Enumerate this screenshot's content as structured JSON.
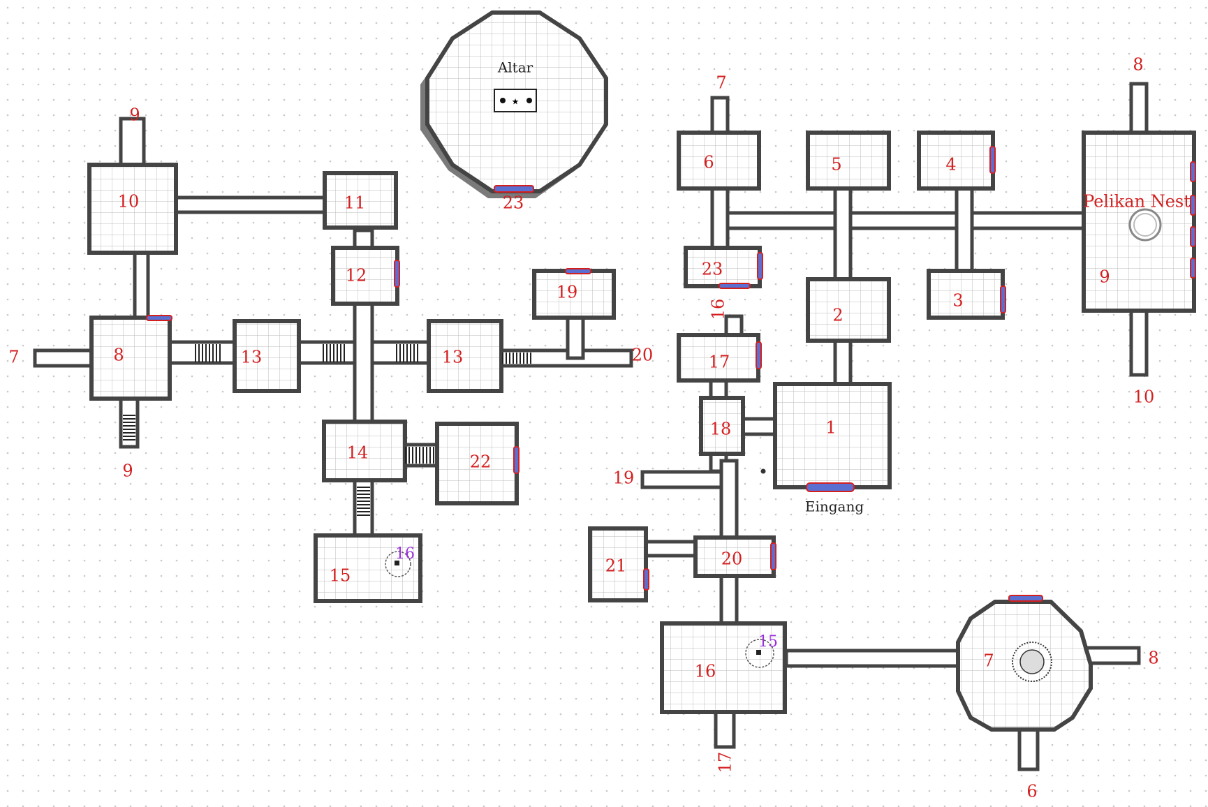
{
  "altar_label": "Altar",
  "entrance_label": "Eingang",
  "nest_label": "Pelikan Nest",
  "colors": {
    "labels": "#d41f1f",
    "portal_labels": "#9b30d9",
    "walls": "#444444",
    "doors": "#5a6fd0"
  },
  "left": {
    "rooms": {
      "r8": "8",
      "r10": "10",
      "r11": "11",
      "r12": "12",
      "r13a": "13",
      "r13b": "13",
      "r14": "14",
      "r15": "15",
      "r19": "19",
      "r22": "22"
    },
    "exits": {
      "e9top": "9",
      "e7": "7",
      "e9bot": "9",
      "e20": "20"
    },
    "altar_exit": "23",
    "portal": "16"
  },
  "right": {
    "rooms": {
      "r1": "1",
      "r2": "2",
      "r3": "3",
      "r4": "4",
      "r5": "5",
      "r6": "6",
      "r7": "7",
      "r9": "9",
      "r16": "16",
      "r17": "17",
      "r18": "18",
      "r20": "20",
      "r21": "21",
      "r23": "23"
    },
    "exits": {
      "e7": "7",
      "e8top": "8",
      "e10": "10",
      "e16": "16",
      "e19": "19",
      "e8right": "8",
      "e17": "17",
      "e6": "6"
    },
    "portal": "15"
  }
}
